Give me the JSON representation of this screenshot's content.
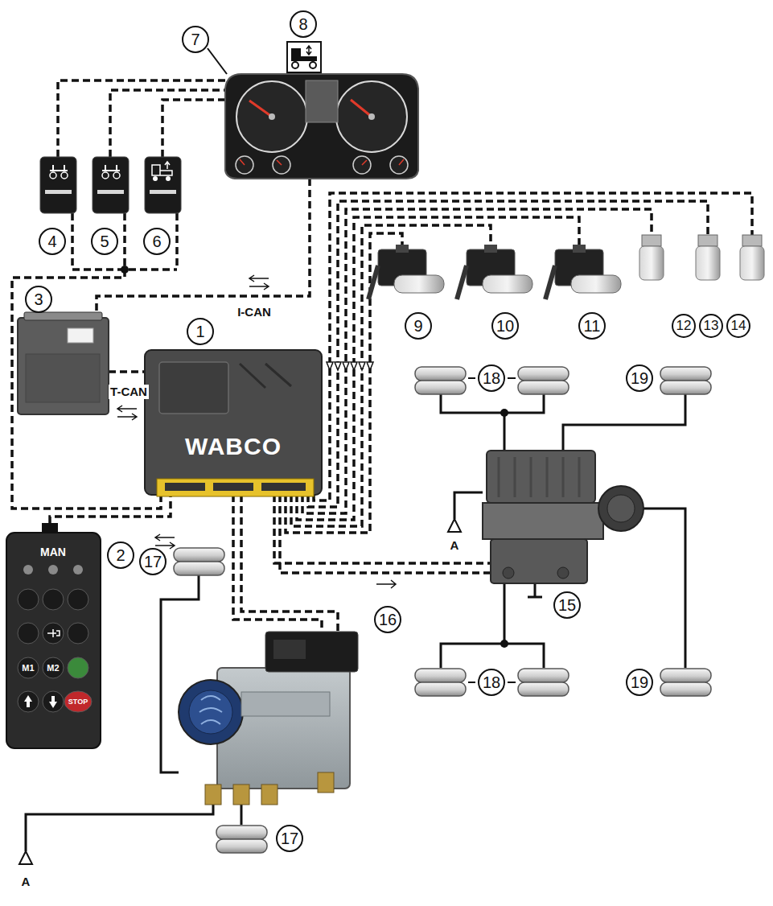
{
  "diagram": {
    "labels": [
      "8",
      "7",
      "4",
      "5",
      "6",
      "I-CAN",
      "1",
      "3",
      "T-CAN",
      "WABCO",
      "9",
      "10",
      "11",
      "12",
      "13",
      "14",
      "18",
      "19",
      "A",
      "15",
      "2",
      "MAN",
      "M1",
      "M2",
      "STOP",
      "17",
      "16",
      "18",
      "19",
      "17",
      "A"
    ]
  }
}
